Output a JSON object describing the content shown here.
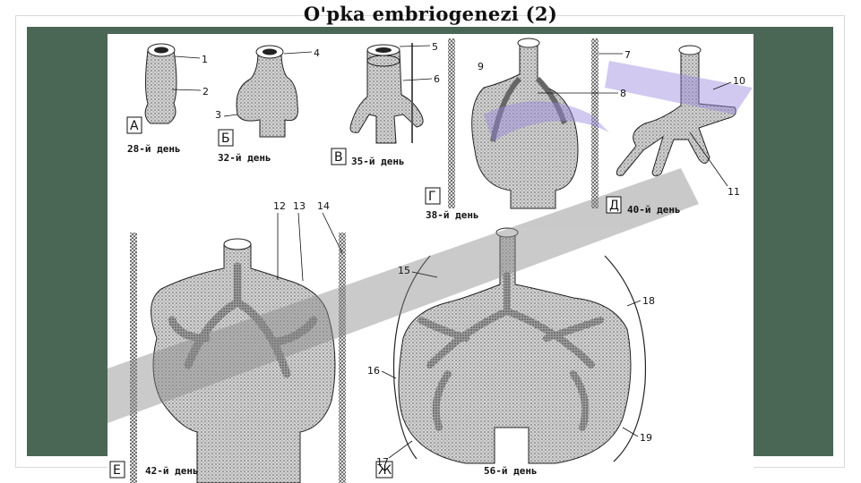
{
  "slide": {
    "title": "O'pka embriogenezi (2)"
  },
  "figure": {
    "stages": [
      {
        "letter": "А",
        "day": "28-й день"
      },
      {
        "letter": "Б",
        "day": "32-й день"
      },
      {
        "letter": "В",
        "day": "35-й день"
      },
      {
        "letter": "Г",
        "day": "38-й день"
      },
      {
        "letter": "Д",
        "day": "40-й день"
      },
      {
        "letter": "Е",
        "day": "42-й день"
      },
      {
        "letter": "Ж",
        "day": "56-й день"
      }
    ],
    "numbers": [
      "1",
      "2",
      "3",
      "4",
      "5",
      "6",
      "7",
      "8",
      "9",
      "10",
      "11",
      "12",
      "13",
      "14",
      "15",
      "16",
      "17",
      "18",
      "19"
    ]
  },
  "colors": {
    "backdrop": "#4a6654",
    "tissue": "#bdbdbd",
    "watermark": "#9b88e0"
  }
}
